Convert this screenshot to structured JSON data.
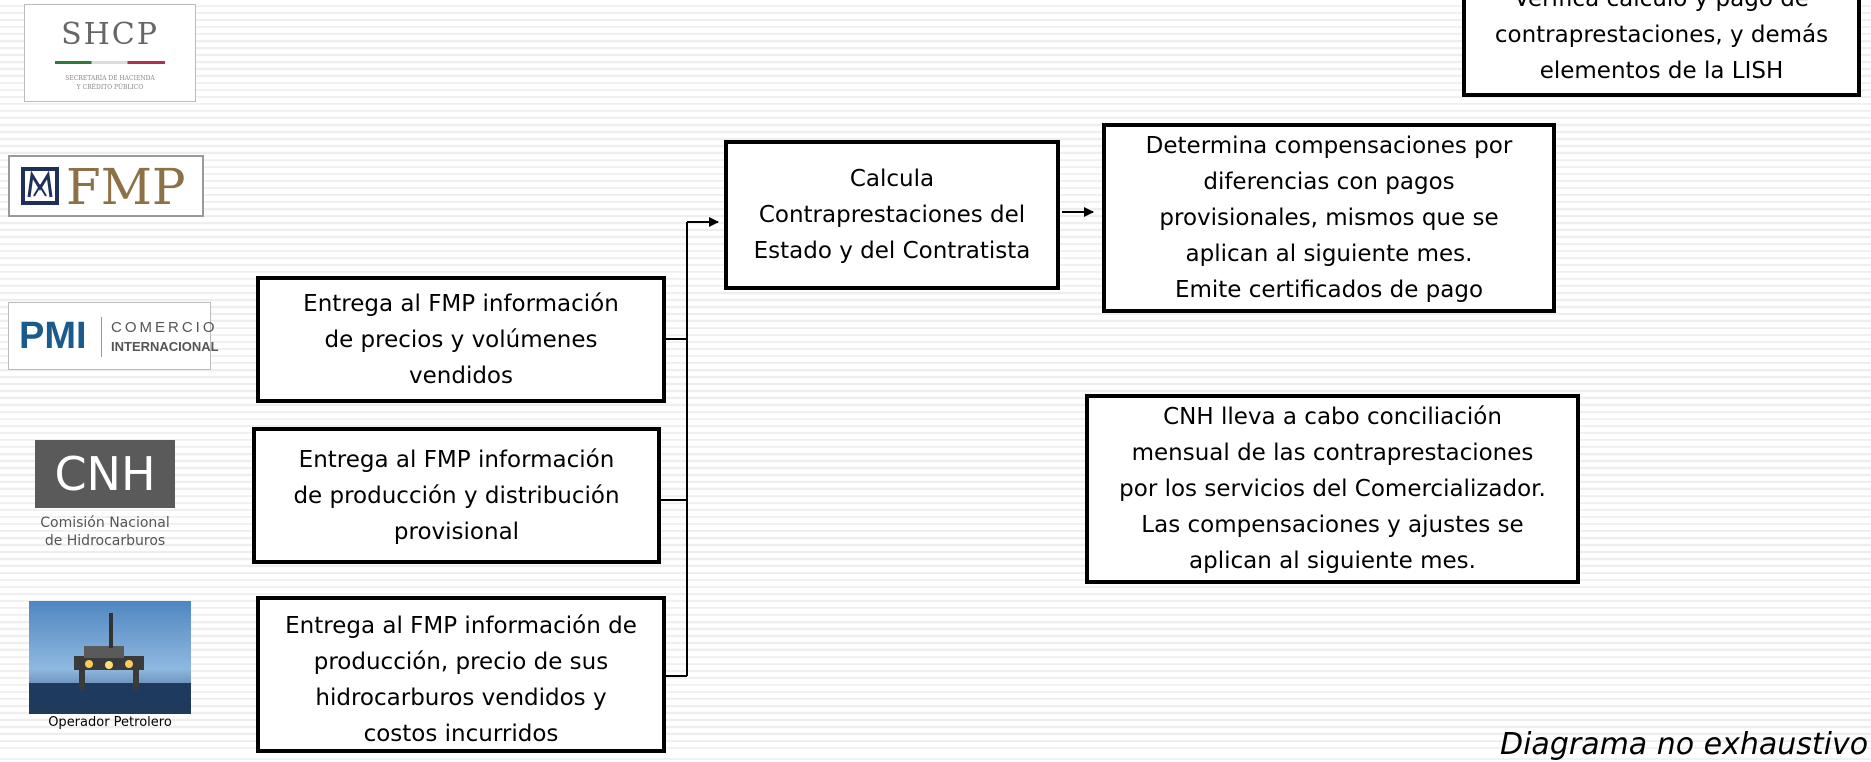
{
  "logos": {
    "shcp": {
      "acronym": "SHCP",
      "subtitle_line1": "SECRETARÍA DE HACIENDA",
      "subtitle_line2": "Y CRÉDITO PÚBLICO"
    },
    "fmp": {
      "acronym": "FMP"
    },
    "pmi": {
      "acronym": "PMI",
      "line1": "COMERCIO",
      "line2": "INTERNACIONAL"
    },
    "cnh": {
      "acronym": "CNH",
      "caption_line1": "Comisión Nacional",
      "caption_line2": "de Hidrocarburos"
    },
    "operador": {
      "caption": "Operador Petrolero"
    }
  },
  "boxes": {
    "shcp_verifica": "Verifica cálculo y pago de\ncontraprestaciones, y demás\nelementos de la LISH",
    "calcula": "Calcula\nContraprestaciones del\nEstado y del Contratista",
    "determina": "Determina compensaciones por\ndiferencias con pagos\nprovisionales, mismos que se\naplican al siguiente mes.\nEmite certificados de pago",
    "pmi_entrega": "Entrega al FMP información\nde precios y volúmenes\nvendidos",
    "cnh_entrega": "Entrega al FMP información\nde producción y distribución\nprovisional",
    "operador_entrega": "Entrega al FMP información de\nproducción, precio de sus\nhidrocarburos vendidos y\ncostos incurridos",
    "cnh_concilia": "CNH lleva a cabo conciliación\nmensual de las contraprestaciones\npor los servicios  del Comercializador.\nLas compensaciones y ajustes se\naplican al siguiente mes."
  },
  "note": "Diagrama no exhaustivo",
  "colors": {
    "shcp_green": "#2f7a3a",
    "shcp_red": "#b2304a",
    "fmp_gold": "#8c7046",
    "fmp_navy": "#1f2f5c",
    "pmi_blue": "#1b5a8c",
    "cnh_gray": "#5a5a5a"
  }
}
